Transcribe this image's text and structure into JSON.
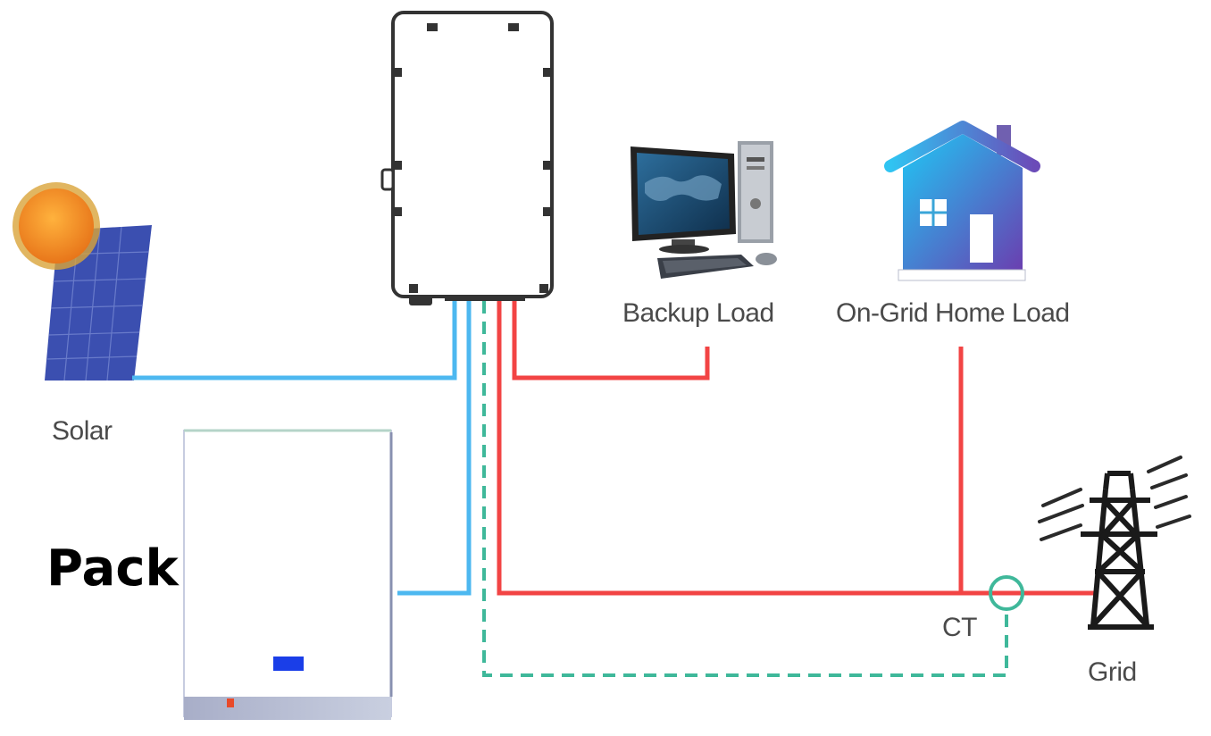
{
  "labels": {
    "solar": "Solar",
    "pack": "Pack",
    "backup_load": "Backup Load",
    "on_grid_home_load": "On-Grid Home Load",
    "ct": "CT",
    "grid": "Grid"
  },
  "colors": {
    "dc_line": "#4db8f0",
    "ac_line": "#f24444",
    "ct_line": "#3fb89a",
    "text": "#4a4a4a",
    "display": "#1a3ee8"
  },
  "icons": [
    "sun-icon",
    "solar-panel-icon",
    "inverter-icon",
    "computer-icon",
    "house-icon",
    "battery-pack-icon",
    "transmission-tower-icon"
  ]
}
